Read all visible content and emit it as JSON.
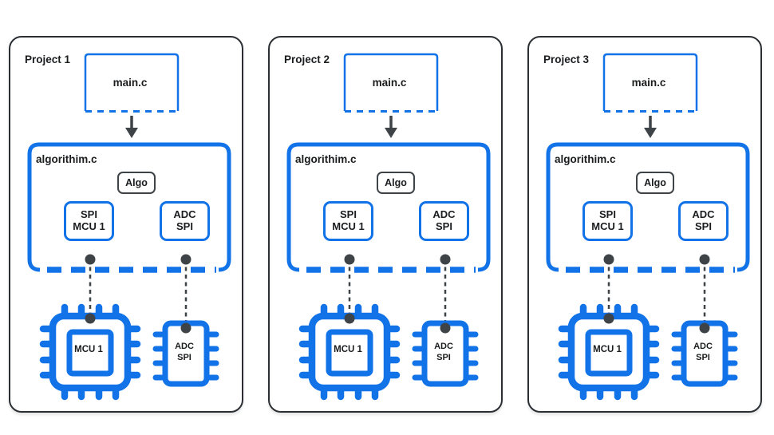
{
  "colors": {
    "blue": "#1272E8",
    "dark": "#3E4347",
    "panel_border": "#2B2F33",
    "text": "#1A1C1E"
  },
  "projects": [
    {
      "title": "Project 1",
      "main_file": "main.c",
      "algorithm_file": "algorithim.c",
      "algo_box": "Algo",
      "spi_box": {
        "line1": "SPI",
        "line2": "MCU 1"
      },
      "adc_box": {
        "line1": "ADC",
        "line2": "SPI"
      },
      "mcu_chip_label": "MCU 1",
      "adc_chip": {
        "line1": "ADC",
        "line2": "SPI"
      }
    },
    {
      "title": "Project 2",
      "main_file": "main.c",
      "algorithm_file": "algorithim.c",
      "algo_box": "Algo",
      "spi_box": {
        "line1": "SPI",
        "line2": "MCU 1"
      },
      "adc_box": {
        "line1": "ADC",
        "line2": "SPI"
      },
      "mcu_chip_label": "MCU 1",
      "adc_chip": {
        "line1": "ADC",
        "line2": "SPI"
      }
    },
    {
      "title": "Project 3",
      "main_file": "main.c",
      "algorithm_file": "algorithim.c",
      "algo_box": "Algo",
      "spi_box": {
        "line1": "SPI",
        "line2": "MCU 1"
      },
      "adc_box": {
        "line1": "ADC",
        "line2": "SPI"
      },
      "mcu_chip_label": "MCU 1",
      "adc_chip": {
        "line1": "ADC",
        "line2": "SPI"
      }
    }
  ]
}
